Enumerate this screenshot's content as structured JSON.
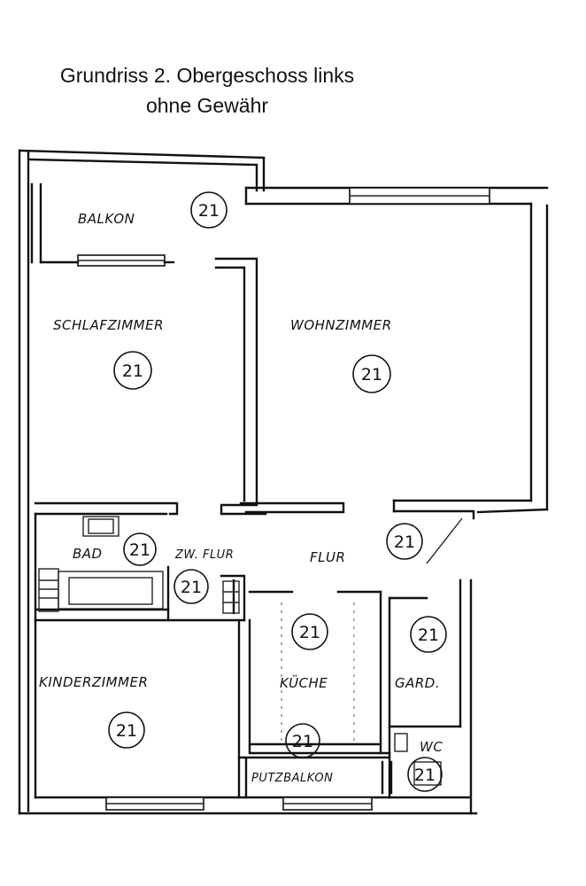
{
  "title_line1": "Grundriss 2. Obergeschoss links",
  "title_line2": "ohne Gewähr",
  "rooms": [
    {
      "label": "BALKON",
      "number": "21"
    },
    {
      "label": "SCHLAFZIMMER",
      "number": "21"
    },
    {
      "label": "WOHNZIMMER",
      "number": "21"
    },
    {
      "label": "BAD",
      "number": "21"
    },
    {
      "label": "ZW. FLUR",
      "number": "21"
    },
    {
      "label": "FLUR",
      "number": "21"
    },
    {
      "label": "KINDERZIMMER",
      "number": "21"
    },
    {
      "label": "KÜCHE",
      "number": "21"
    },
    {
      "label": "GARD.",
      "number": "21"
    },
    {
      "label": "WC",
      "number": "21"
    },
    {
      "label": "PUTZBALKON",
      "number": "21"
    }
  ]
}
